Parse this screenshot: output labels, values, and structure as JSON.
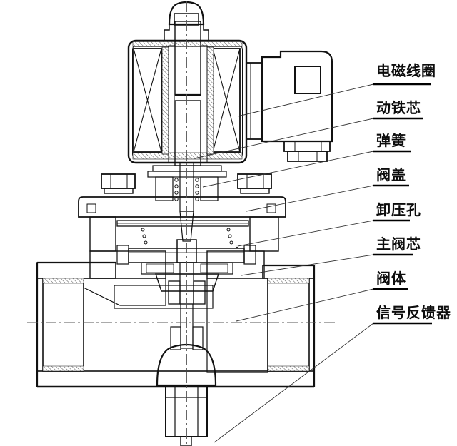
{
  "figure": {
    "background": "#ffffff",
    "line_color": "#111111"
  },
  "labels": [
    {
      "text": "电磁线圈"
    },
    {
      "text": "动铁芯"
    },
    {
      "text": "弹簧"
    },
    {
      "text": "阀盖"
    },
    {
      "text": "卸压孔"
    },
    {
      "text": "主阀芯"
    },
    {
      "text": "阀体"
    },
    {
      "text": "信号反馈器"
    }
  ]
}
